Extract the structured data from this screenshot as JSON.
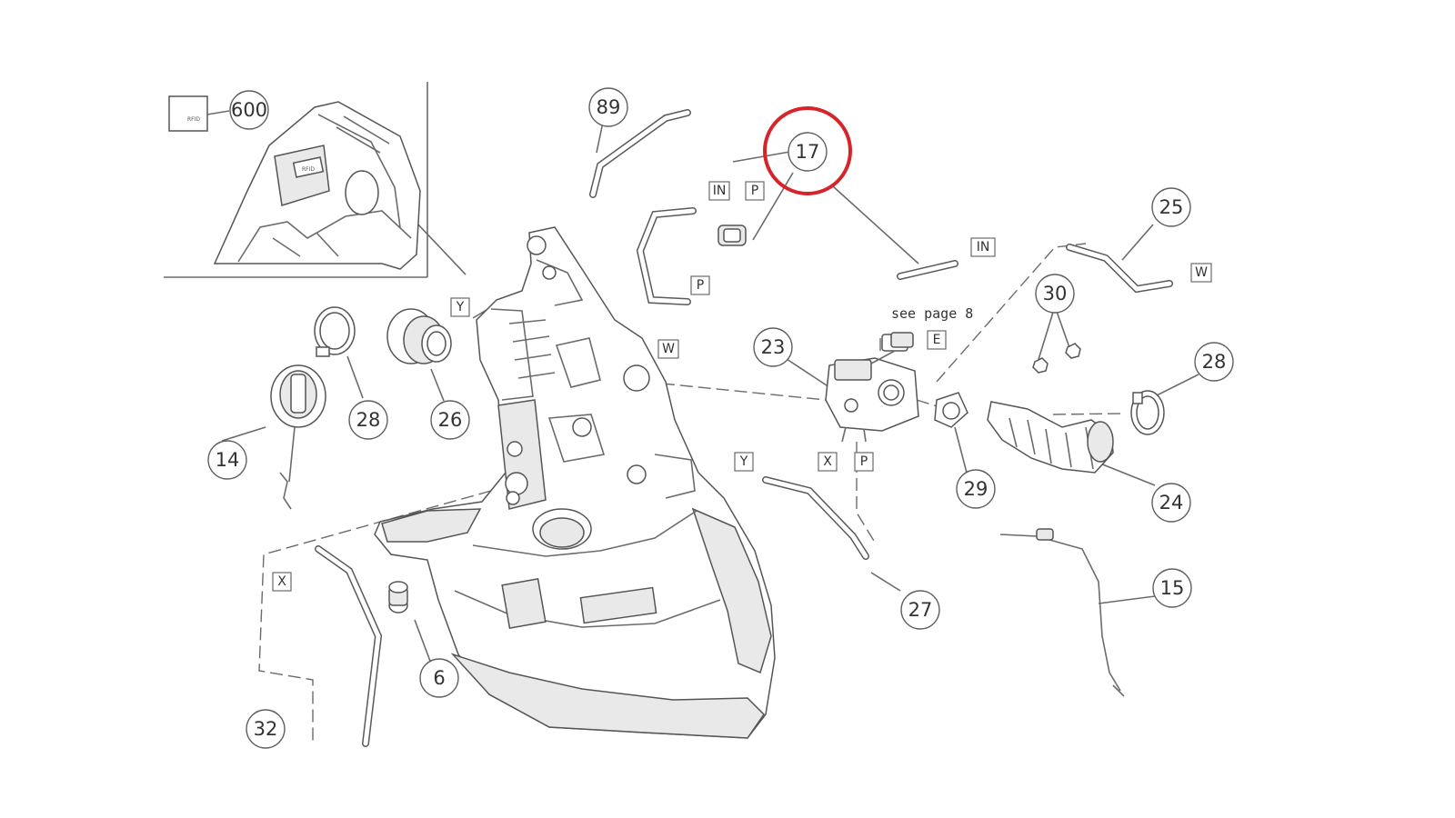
{
  "callouts": {
    "c600": "600",
    "c89": "89",
    "c17": "17",
    "c25": "25",
    "c30": "30",
    "c23": "23",
    "c28a": "28",
    "c28b": "28",
    "c26": "26",
    "c14": "14",
    "c29": "29",
    "c24": "24",
    "c27": "27",
    "c15": "15",
    "c6": "6",
    "c32": "32"
  },
  "tags": {
    "in_top": "IN",
    "p_top": "P",
    "p_mid": "P",
    "in_right": "IN",
    "w_top": "W",
    "y_top": "Y",
    "w_mid": "W",
    "e": "E",
    "x_carb": "X",
    "p_carb": "P",
    "y_low": "Y",
    "x_low": "X"
  },
  "note": "see page 8",
  "label_rfid": "RFID",
  "highlight_color": "#d6242a"
}
